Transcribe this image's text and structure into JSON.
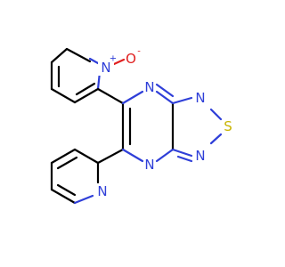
{
  "molecule": {
    "atom_labels": {
      "n_oxide": "N",
      "n_oxide_charge": "+",
      "o_oxide": "O",
      "o_oxide_charge": "-",
      "n_pyrazine_top": "N",
      "n_pyrazine_bottom": "N",
      "n_thiadiazole_top": "N",
      "s_thiadiazole": "S",
      "n_thiadiazole_bottom": "N",
      "n_pyridine": "N"
    },
    "colors": {
      "carbon_bond": "#000000",
      "nitrogen": "#2f3fd8",
      "oxygen": "#e02020",
      "sulfur": "#c8b400"
    }
  }
}
